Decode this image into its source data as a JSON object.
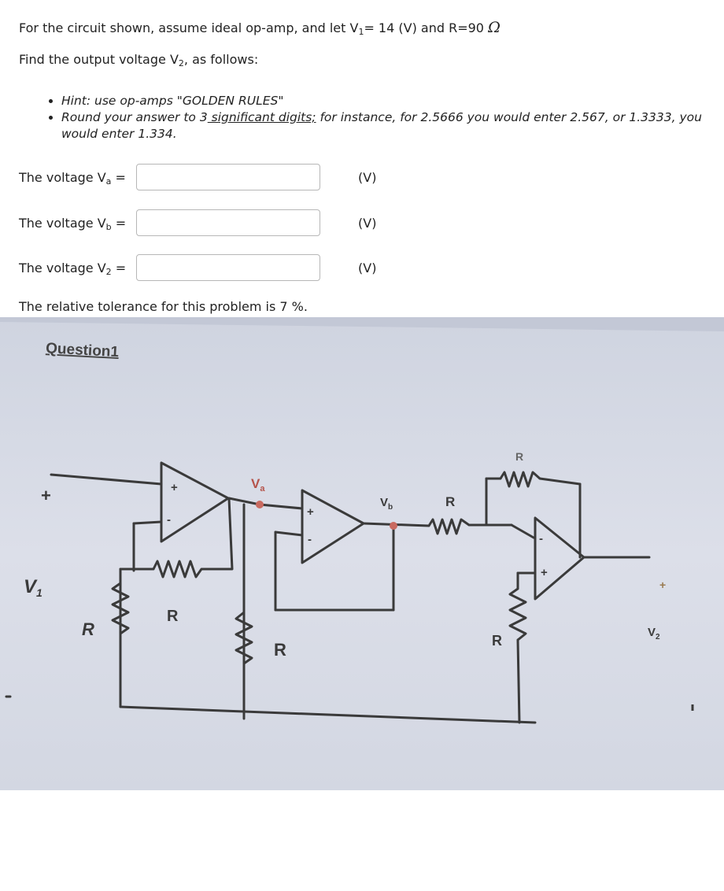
{
  "intro": {
    "prefix": "For the circuit shown, assume ideal op-amp, and let V",
    "v1_sub": "1",
    "middle": "= 14 (V) and R=90",
    "unit_symbol": "Ω"
  },
  "find": {
    "prefix": "Find the output voltage  V",
    "v_sub": "2",
    "suffix": ", as follows:"
  },
  "hints": {
    "hint1": "Hint: use op-amps \"GOLDEN RULES\"",
    "hint2_pre": "Round your answer  to 3",
    "hint2_link": " significant digits;",
    "hint2_post": " for instance, for 2.5666  you would enter 2.567, or 1.3333, you would enter 1.334."
  },
  "answers": [
    {
      "label_prefix": "The voltage V",
      "label_sub": "a",
      "label_suffix": " =",
      "value": "",
      "unit": "(V)"
    },
    {
      "label_prefix": "The voltage V",
      "label_sub": "b",
      "label_suffix": " =",
      "value": "",
      "unit": "(V)"
    },
    {
      "label_prefix": "The voltage V",
      "label_sub": "2",
      "label_suffix": " =",
      "value": "",
      "unit": "(V)"
    }
  ],
  "tolerance": "The relative tolerance for this problem is 7 %.",
  "circuit": {
    "heading": "Question1",
    "plus_sign": "+",
    "op_plus": "+",
    "op_minus": "-",
    "v1_label": "V",
    "v1_sub": "1",
    "va_label": "V",
    "va_sub": "a",
    "vb_label": "V",
    "vb_sub": "b",
    "v2_label": "V",
    "v2_sub": "2",
    "resistor_label": "R",
    "colors": {
      "paper": "#d9dde8",
      "ink": "#3a3a3a",
      "node": "#c96a60"
    }
  }
}
